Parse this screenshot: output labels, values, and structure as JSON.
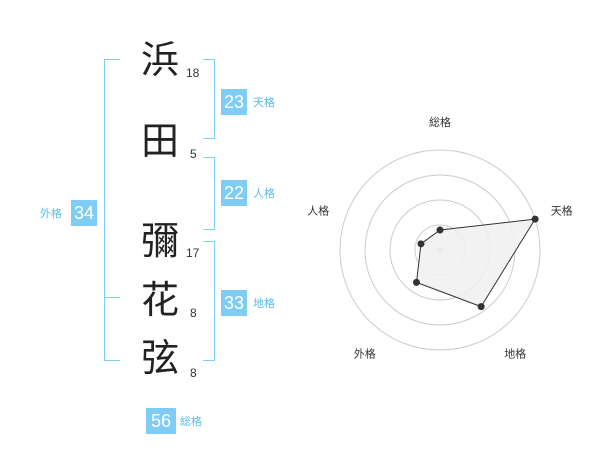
{
  "name_chars": [
    {
      "char": "浜",
      "strokes": "18"
    },
    {
      "char": "田",
      "strokes": "5"
    },
    {
      "char": "彌",
      "strokes": "17"
    },
    {
      "char": "花",
      "strokes": "8"
    },
    {
      "char": "弦",
      "strokes": "8"
    }
  ],
  "fortunes": {
    "tenkaku": {
      "label": "天格",
      "value": "23"
    },
    "jinkaku": {
      "label": "人格",
      "value": "22"
    },
    "chikaku": {
      "label": "地格",
      "value": "33"
    },
    "gaikaku": {
      "label": "外格",
      "value": "34"
    },
    "soukaku": {
      "label": "総格",
      "value": "56"
    }
  },
  "colors": {
    "accent": "#7fcdf5",
    "accent_text": "#5bbbe8"
  },
  "chart_data": {
    "type": "radar",
    "axes": [
      "総格",
      "天格",
      "地格",
      "外格",
      "人格"
    ],
    "values": [
      0.2,
      1.0,
      0.7,
      0.4,
      0.2
    ],
    "range": [
      0,
      1
    ],
    "rings": 4,
    "fill_color": "#f0f0f0",
    "line_color": "#333333",
    "grid_color": "#cccccc"
  }
}
